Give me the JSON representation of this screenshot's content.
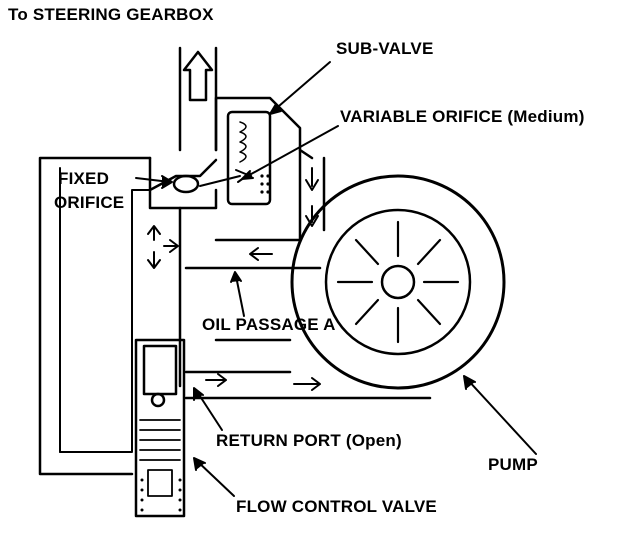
{
  "labels": {
    "title": "To STEERING GEARBOX",
    "sub_valve": "SUB-VALVE",
    "variable_orifice": "VARIABLE ORIFICE (Medium)",
    "fixed": "FIXED",
    "orifice": "ORIFICE",
    "oil_passage_a": "OIL PASSAGE A",
    "return_port": "RETURN PORT (Open)",
    "pump": "PUMP",
    "flow_control_valve": "FLOW CONTROL VALVE"
  },
  "colors": {
    "ink": "#000000",
    "paper": "#ffffff"
  }
}
